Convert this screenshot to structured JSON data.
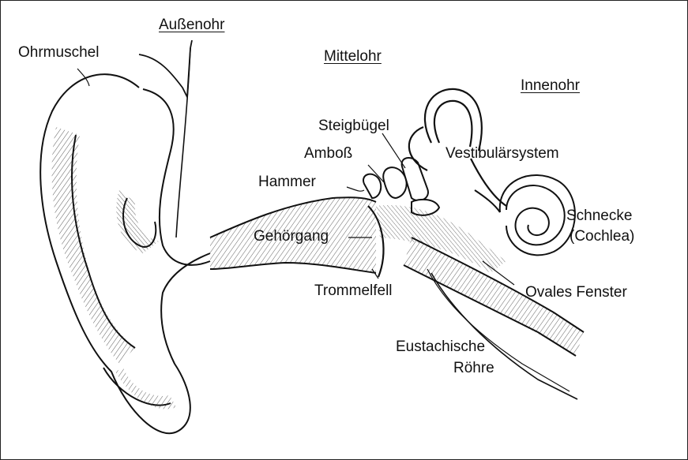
{
  "sections": {
    "outer_ear": "Außenohr",
    "middle_ear": "Mittelohr",
    "inner_ear": "Innenohr"
  },
  "labels": {
    "pinna": "Ohrmuschel",
    "stirrup": "Steigbügel",
    "anvil": "Amboß",
    "hammer": "Hammer",
    "vestibular": "Vestibulärsystem",
    "ear_canal": "Gehörgang",
    "cochlea_1": "Schnecke",
    "cochlea_2": "(Cochlea)",
    "eardrum": "Trommelfell",
    "oval_window": "Ovales Fenster",
    "eustachian_1": "Eustachische",
    "eustachian_2": "Röhre"
  },
  "colors": {
    "ink": "#111111",
    "background": "#ffffff"
  }
}
